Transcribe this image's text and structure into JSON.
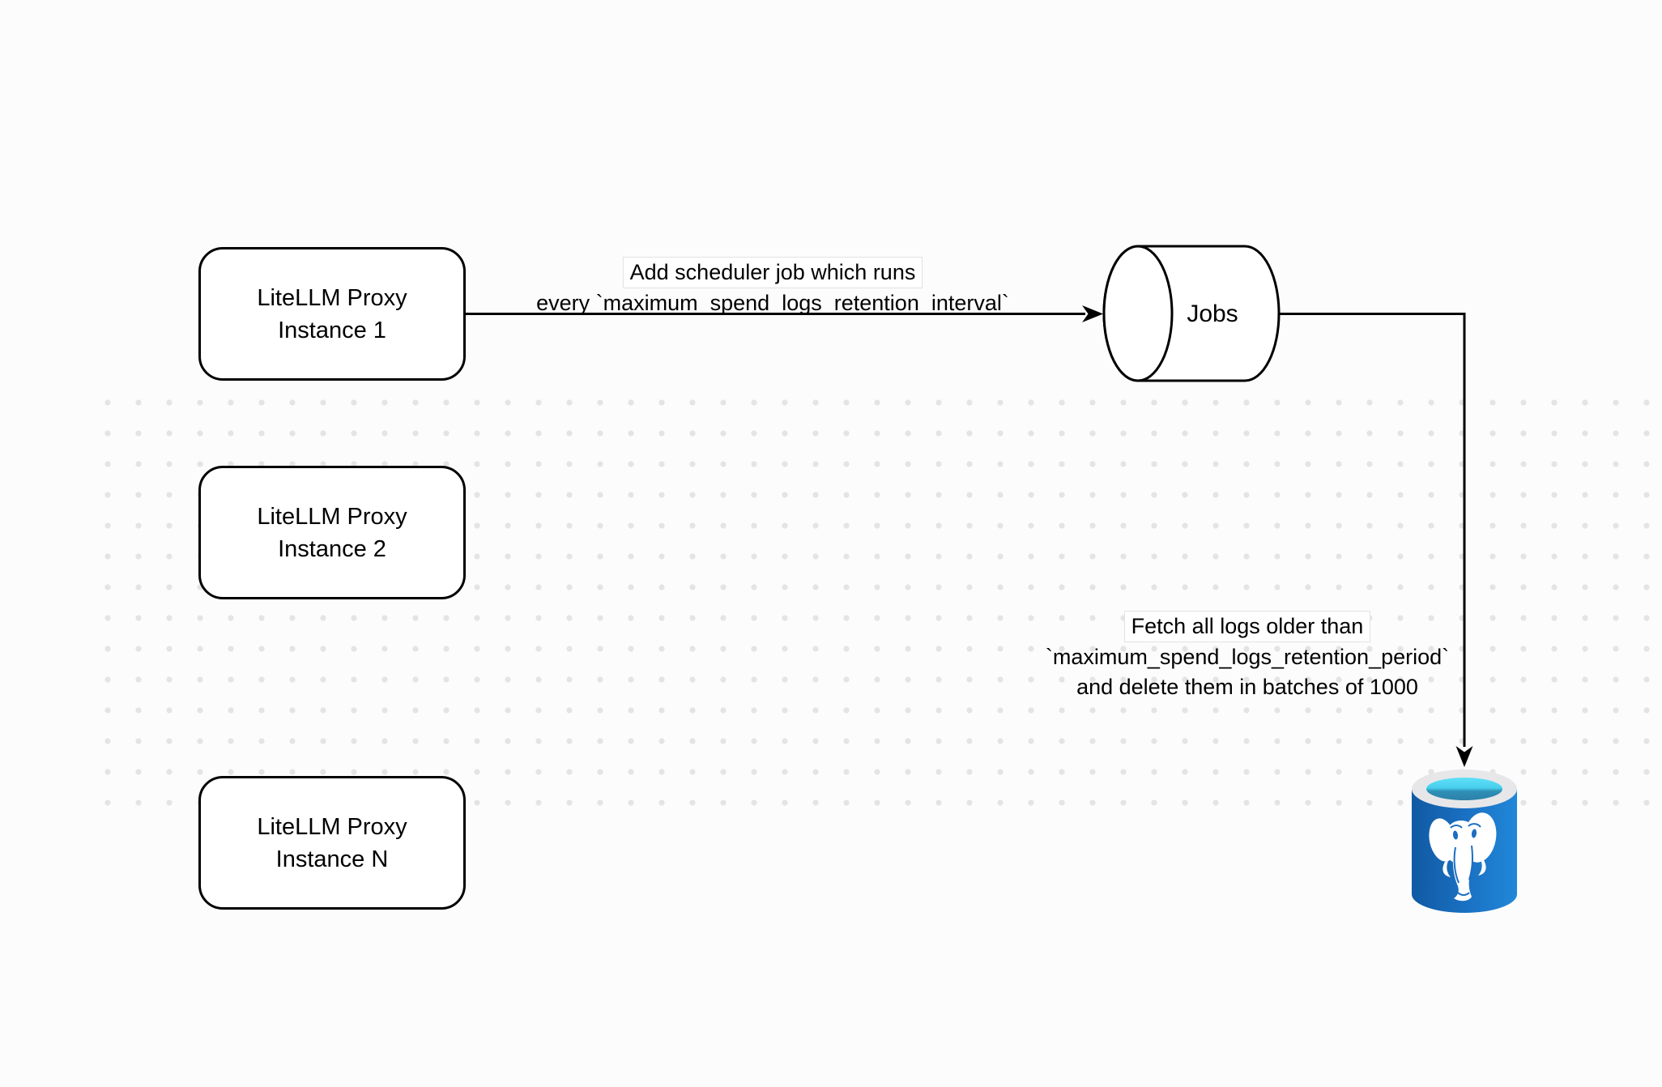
{
  "canvas": {
    "background_color": "#fcfcfc",
    "dot_grid_color": "#e4e4e4"
  },
  "nodes": {
    "proxy_instances": [
      {
        "line1": "LiteLLM Proxy",
        "line2": "Instance 1"
      },
      {
        "line1": "LiteLLM Proxy",
        "line2": "Instance 2"
      },
      {
        "line1": "LiteLLM Proxy",
        "line2": "Instance N"
      }
    ],
    "jobs": {
      "label": "Jobs",
      "shape": "horizontal-cylinder"
    },
    "postgres": {
      "icon": "postgresql-database-icon"
    }
  },
  "edges": {
    "scheduler": {
      "line1": "Add scheduler job which runs",
      "line2": "every `maximum_spend_logs_retention_interval`"
    },
    "fetch_delete": {
      "line1": "Fetch all logs older than",
      "line2": "`maximum_spend_logs_retention_period`",
      "line3": "and delete them in batches of 1000"
    }
  },
  "colors": {
    "stroke": "#000000",
    "node_fill": "#ffffff",
    "postgres_body_dark": "#1059a2",
    "postgres_body_light": "#2187d8",
    "postgres_rim": "#e7e7e9",
    "postgres_water_top": "#5edff7",
    "postgres_water_bottom": "#2c81a9",
    "elephant": "#ffffff"
  }
}
